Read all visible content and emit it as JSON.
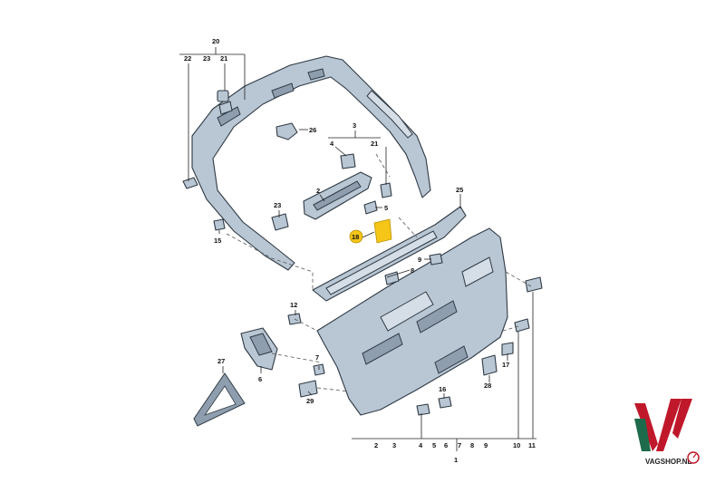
{
  "callouts": {
    "c20": "20",
    "c22": "22",
    "c23a": "23",
    "c21a": "21",
    "c26": "26",
    "c3": "3",
    "c4a": "4",
    "c21b": "21",
    "c2a": "2",
    "c5": "5",
    "c25": "25",
    "c23b": "23",
    "c15": "15",
    "c18": "18",
    "c8": "8",
    "c9": "9",
    "c12": "12",
    "c27": "27",
    "c6": "6",
    "c7": "7",
    "c29": "29",
    "c16": "16",
    "c17": "17",
    "c28": "28",
    "b2": "2",
    "b3": "3",
    "b4": "4",
    "b5": "5",
    "b6": "6",
    "b7": "7",
    "b8": "8",
    "b9": "9",
    "b10": "10",
    "b11": "11",
    "c1": "1"
  },
  "logo": {
    "text": "VAGSHOP.NL"
  },
  "colors": {
    "part_fill": "#b9c6d3",
    "highlight": "#f5c518",
    "logo_red": "#c0182b",
    "logo_green": "#1d6b4a"
  }
}
